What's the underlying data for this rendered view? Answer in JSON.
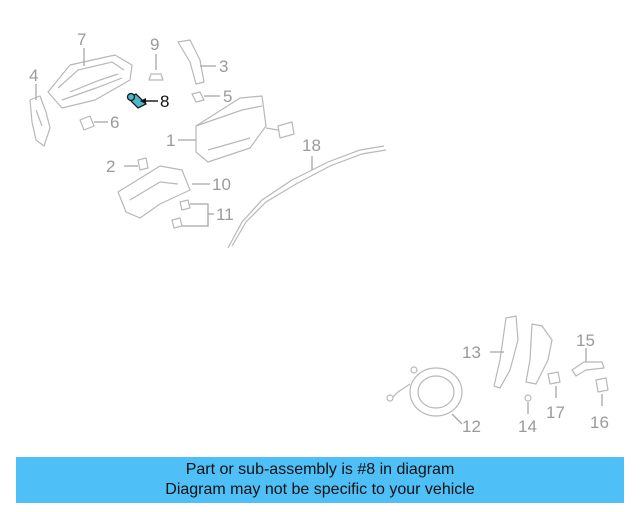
{
  "diagram": {
    "highlight_color": "#4fb8c8",
    "highlighted_part": "8",
    "callouts": {
      "c1": "1",
      "c2": "2",
      "c3": "3",
      "c4": "4",
      "c5": "5",
      "c6": "6",
      "c7": "7",
      "c8": "8",
      "c9": "9",
      "c10": "10",
      "c11": "11",
      "c12": "12",
      "c13": "13",
      "c14": "14",
      "c15": "15",
      "c16": "16",
      "c17": "17",
      "c18": "18"
    }
  },
  "banner": {
    "background": "#4fbff7",
    "line1": "Part or sub-assembly is #8 in diagram",
    "line2": "Diagram may not be specific to your vehicle"
  }
}
